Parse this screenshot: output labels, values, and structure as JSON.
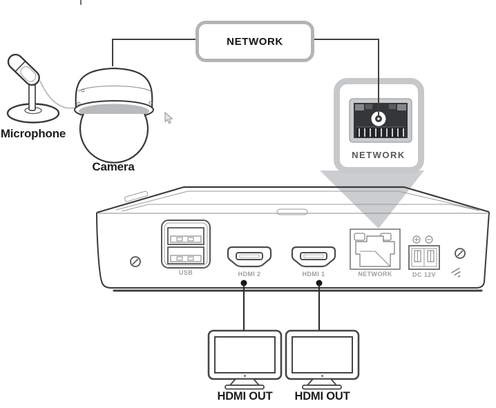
{
  "peripherals": {
    "microphone_label": "Microphone",
    "camera_label": "Camera"
  },
  "network": {
    "cloud_label": "NETWORK",
    "callout_port_label": "NETWORK"
  },
  "recorder": {
    "ports": {
      "usb_label": "USB",
      "hdmi2_label": "HDMI 2",
      "hdmi1_label": "HDMI 1",
      "network_label": "NETWORK",
      "dc_label": "DC 12V"
    }
  },
  "displays": {
    "monitor1_label": "HDMI OUT",
    "monitor2_label": "HDMI OUT"
  },
  "icons": {
    "microphone": "microphone-icon",
    "camera": "dome-camera-icon",
    "rj45_jack": "rj45-jack-icon",
    "usb_ports": "usb-ports-icon",
    "hdmi_port": "hdmi-port-icon",
    "network_port": "network-port-icon",
    "dc_terminal": "dc-terminal-icon",
    "screw": "screw-icon",
    "ground": "ground-icon",
    "monitor": "monitor-icon",
    "cursor": "mouse-cursor-icon"
  },
  "colors": {
    "line": "#3f3f3f",
    "network_box_border": "#b2b4b6",
    "callout_border": "#c6c8ca",
    "callout_triangle": "#cbcdcf",
    "jack_bezel": "#c9cbcd",
    "jack_dark": "#343638",
    "port_label": "#9e9fa1",
    "callout_label": "#55565a",
    "label_text": "#1d1d1f",
    "background": "#ffffff"
  }
}
